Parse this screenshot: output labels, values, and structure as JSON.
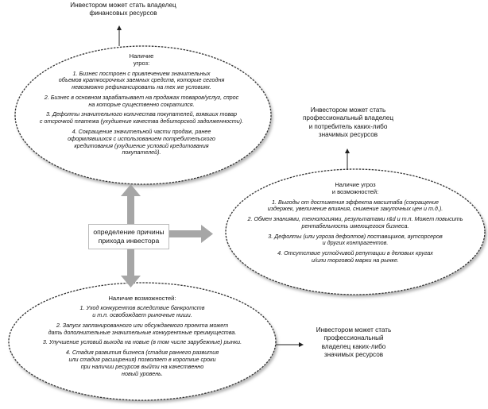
{
  "center": {
    "line1": "определение причины",
    "line2": "прихода инвестора"
  },
  "top_result": {
    "line1": "Инвестором может стать владелец",
    "line2": "финансовых ресурсов"
  },
  "right_result": {
    "line1": "Инвестором может стать",
    "line2": "профессиональный владелец",
    "line3": "и потребитель каких-либо",
    "line4": "значимых ресурсов"
  },
  "bottom_result": {
    "line1": "Инвестором может стать",
    "line2": "профессиональный",
    "line3": "владелец каких-либо",
    "line4": "значимых ресурсов"
  },
  "threats": {
    "heading1": "Наличие",
    "heading2": "угроз:",
    "items": [
      [
        "1. Бизнес построен с привлечением значительных",
        "объемов краткосрочных заемных средств, которые сегодня",
        "невозможно рефинансировать на тех же условиях."
      ],
      [
        "2. Бизнес в основном зарабатывает на продажах товаров/услуг, спрос",
        "на которые существенно сократился."
      ],
      [
        "3. Дефолты значительного количества покупателей, взявших товар",
        "с отсрочкой платежа (ухудшение качества дебиторской задолженности)."
      ],
      [
        "4. Сокращение значительной части продаж, ранее",
        "оформлявшихся с использованием потребительского",
        "кредитования (ухудшение условий кредитования",
        "покупателей)."
      ]
    ]
  },
  "threats_opps": {
    "heading1": "Наличие угроз",
    "heading2": "и возможностей:",
    "items": [
      [
        "1. Выгоды от достижения эффекта масштаба (сокращение",
        "издержек, увеличение влияния, снижение закупочных цен и т.д.)."
      ],
      [
        "2. Обмен знаниями, технологиями, результатами r&d и т.п. Может повысить",
        "рентабельность имеющегося бизнеса."
      ],
      [
        "3. Дефолты (или угроза дефолтов) поставщиков, аутсорсеров",
        "и других контрагентов."
      ],
      [
        "4. Отсутствие устойчивой репутации в деловых кругах",
        "и/или торговой марки на рынке."
      ]
    ]
  },
  "opps": {
    "heading1": "Наличие возможностей:",
    "items": [
      [
        "1. Уход конкурентов вследствие банкротств",
        "и т.п. освобождает рыночные ниши."
      ],
      [
        "2. Запуск запланированного или обсуждаемого проекта может",
        "дать дополнительные значительные конкурентные преимущества."
      ],
      [
        "3. Улучшение условий выхода на новые (в том числе зарубежные) рынки."
      ],
      [
        "4. Стадия развития бизнеса (стадия раннего развития",
        "или стадия расширения) позволяет в короткие сроки",
        "при наличии ресурсов выйти на качественно",
        "новый уровень."
      ]
    ]
  }
}
